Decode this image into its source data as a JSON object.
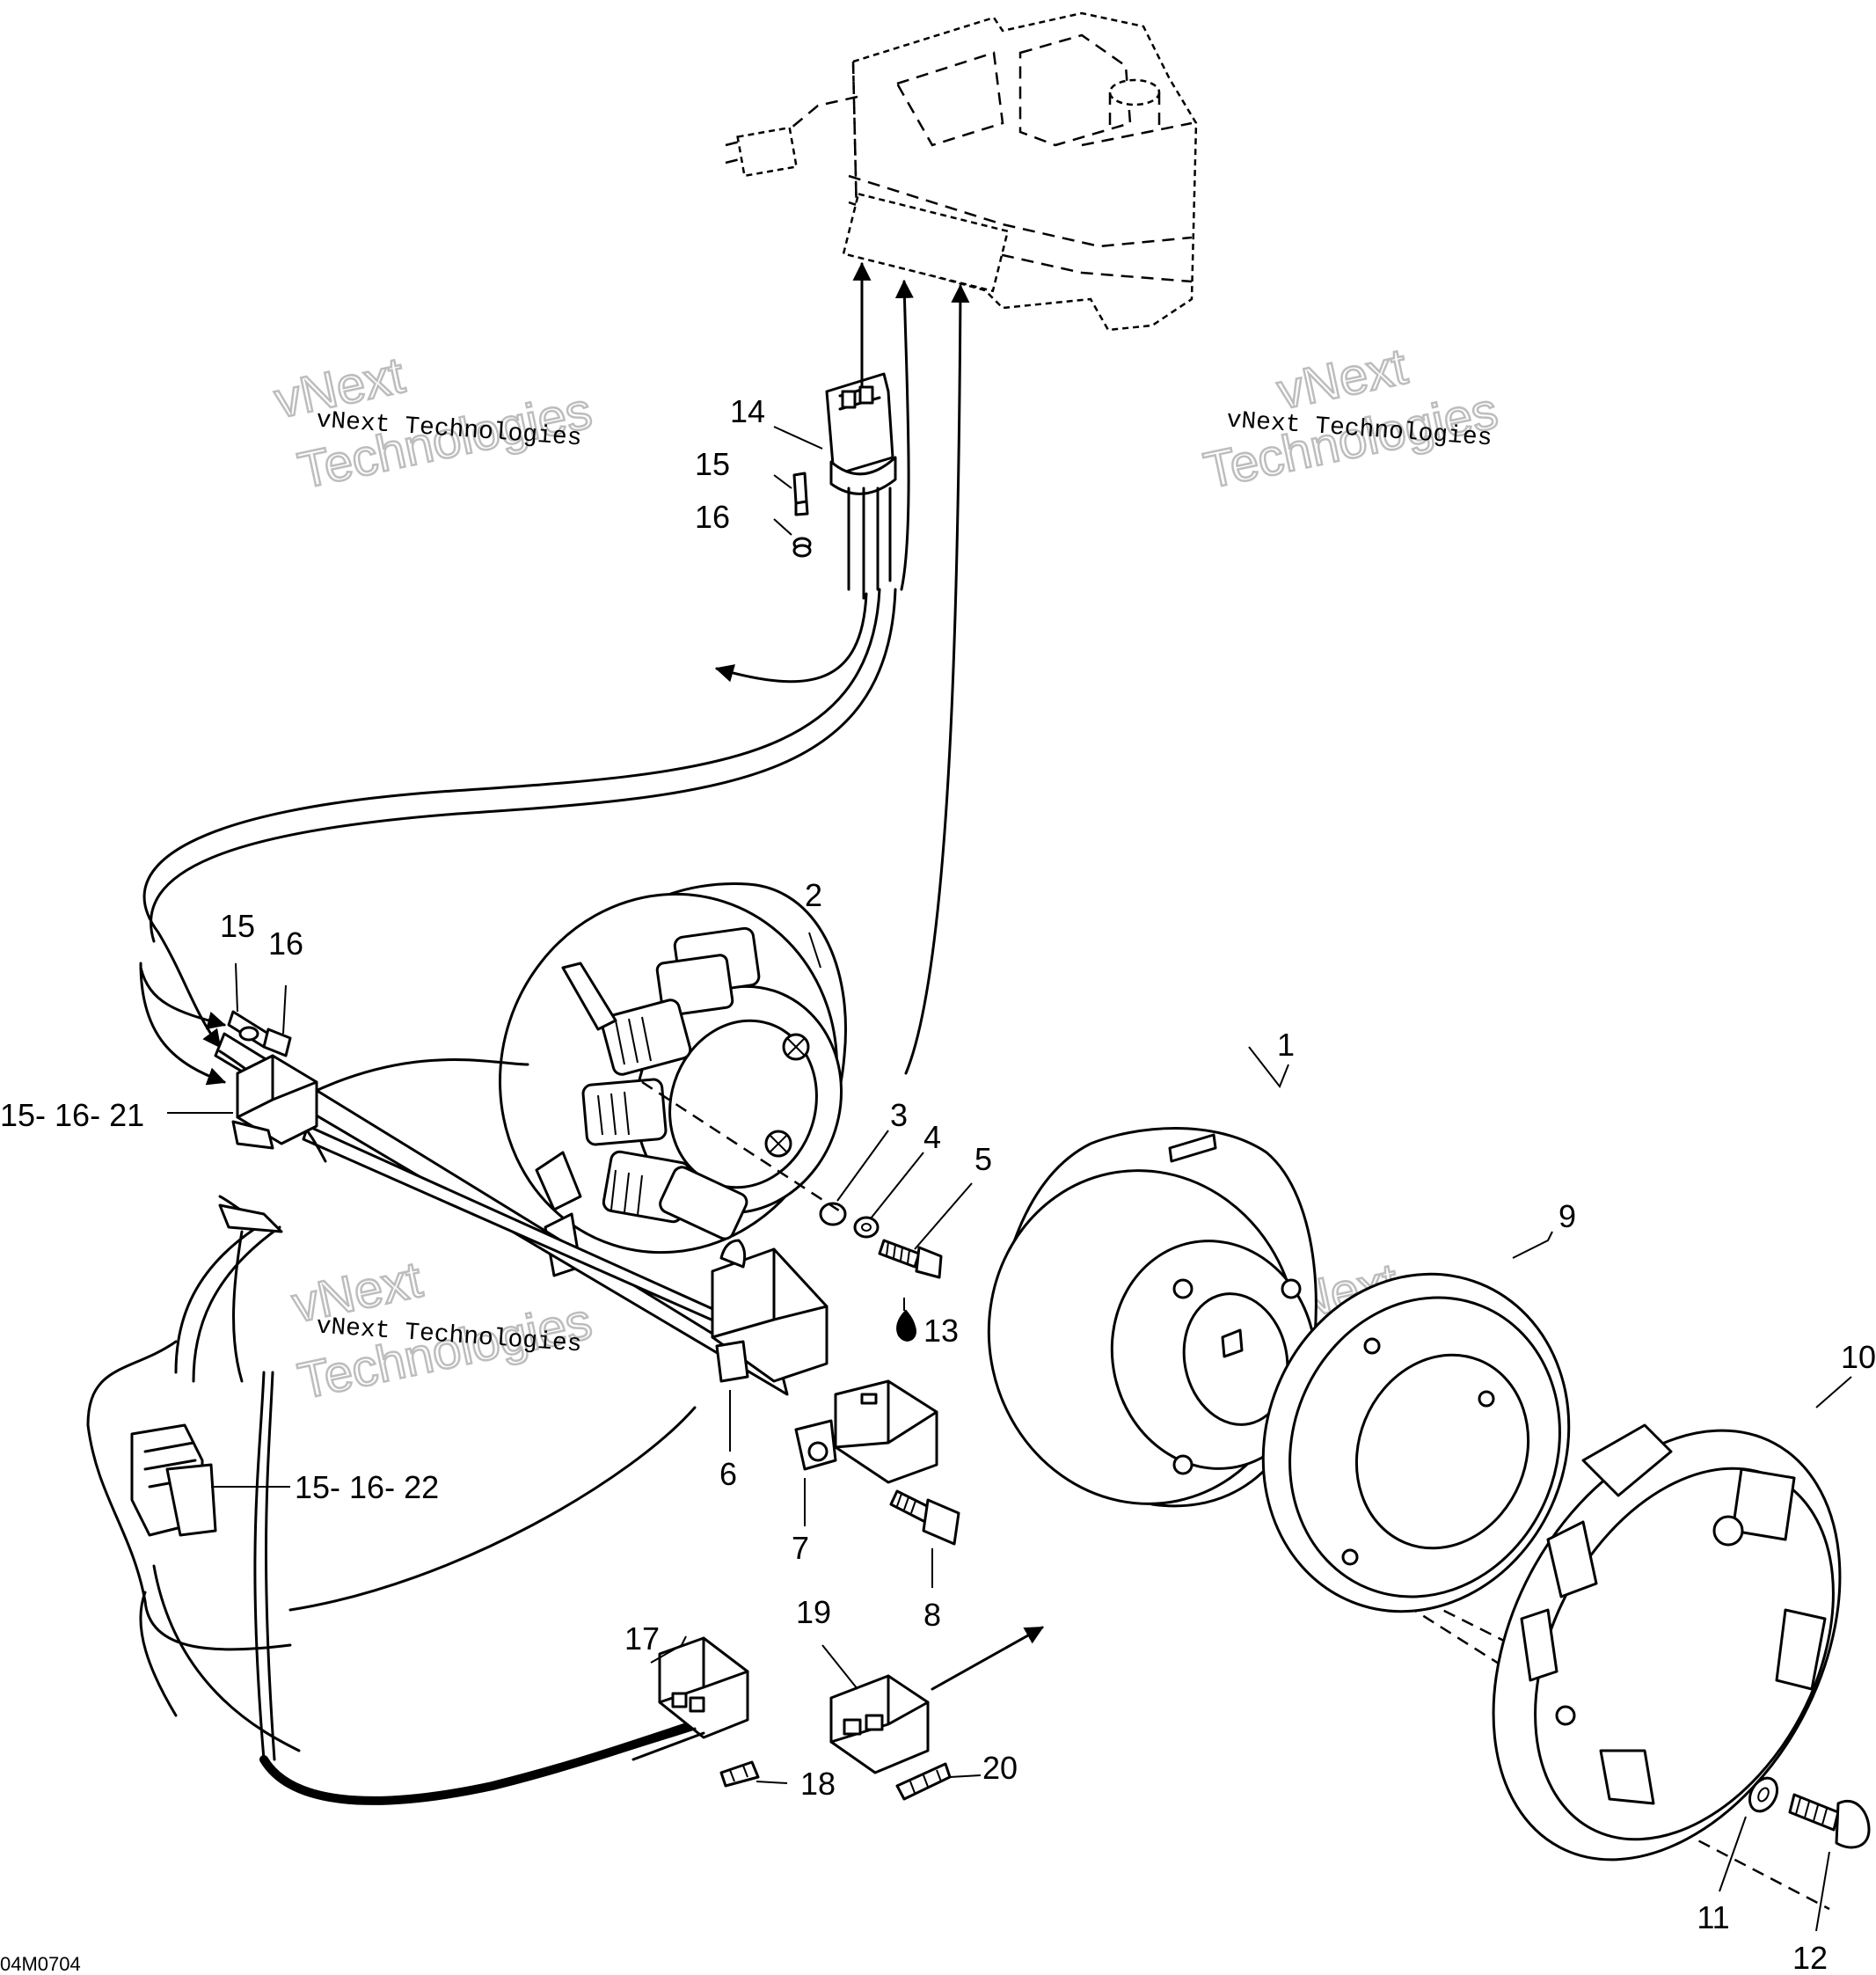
{
  "drawing_code": "04M0704",
  "watermark": {
    "line1": "vNext",
    "line2": "Technologies",
    "small": "vNext Technologies"
  },
  "callouts": {
    "c1": "1",
    "c2": "2",
    "c3": "3",
    "c4": "4",
    "c5": "5",
    "c6": "6",
    "c7": "7",
    "c8": "8",
    "c9": "9",
    "c10": "10",
    "c11": "11",
    "c12": "12",
    "c13": "13",
    "c14": "14",
    "c15": "15",
    "c16": "16",
    "c15b": "15",
    "c16b": "16",
    "c17": "17",
    "c18": "18",
    "c19": "19",
    "c20": "20",
    "c21": "15- 16- 21",
    "c22": "15- 16- 22"
  }
}
